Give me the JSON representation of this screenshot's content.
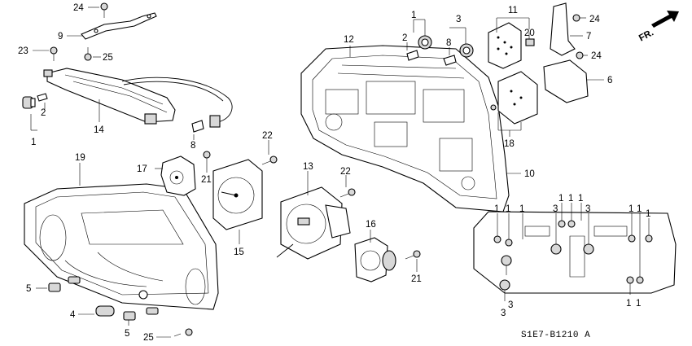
{
  "diagram": {
    "part_labels": {
      "l24a": "24",
      "l9": "9",
      "l23": "23",
      "l25a": "25",
      "l2a": "2",
      "l1a": "1",
      "l14": "14",
      "l8a": "8",
      "l21a": "21",
      "l17": "17",
      "l19": "19",
      "l22a": "22",
      "l13": "13",
      "l22b": "22",
      "l15": "15",
      "l16": "16",
      "l21b": "21",
      "l5a": "5",
      "l4": "4",
      "l5b": "5",
      "l25b": "25",
      "l1b": "1",
      "l2b": "2",
      "l3a": "3",
      "l8b": "8",
      "l11": "11",
      "l20": "20",
      "l24b": "24",
      "l7": "7",
      "l24c": "24",
      "l6": "6",
      "l12": "12",
      "l18": "18",
      "l10": "10",
      "c1a": "1",
      "c1b": "1",
      "c1c": "1",
      "c3a": "3",
      "c1d": "1",
      "c1e": "1",
      "c3b": "3",
      "c1f": "1",
      "c1g": "1",
      "c3c": "3",
      "c3d": "3",
      "c1h": "1",
      "c1i": "1"
    },
    "direction_label": "FR.",
    "diagram_code": "S1E7-B1210 A"
  }
}
